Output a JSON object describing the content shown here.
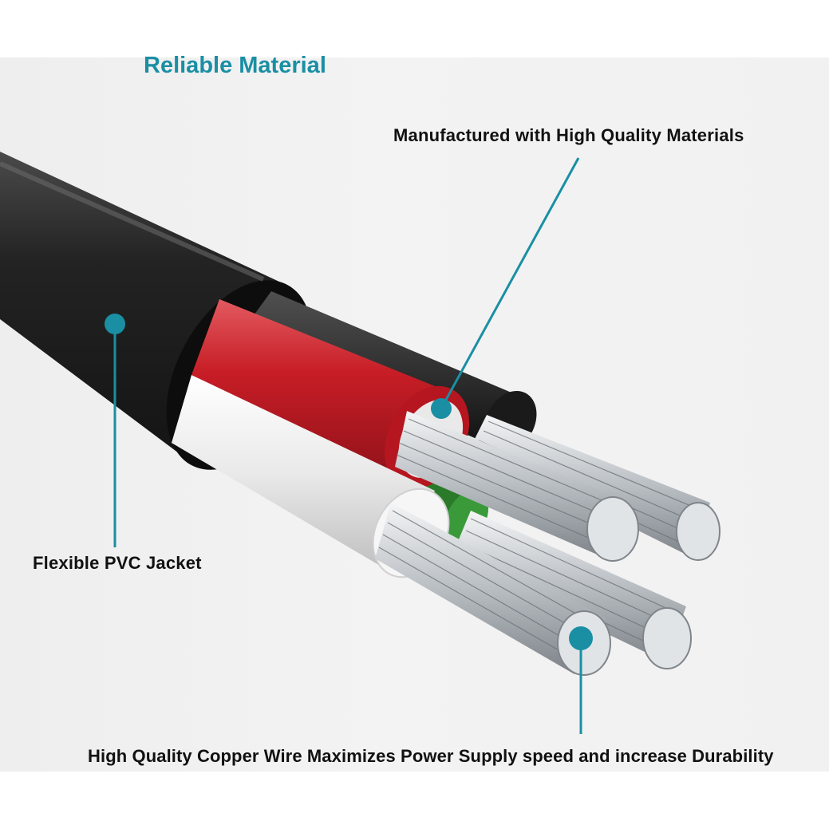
{
  "title": "Reliable Material",
  "callouts": {
    "materials": "Manufactured with High Quality Materials",
    "jacket": "Flexible PVC Jacket",
    "copper": "High Quality Copper Wire Maximizes Power Supply speed and increase Durability"
  },
  "colors": {
    "accent": "#1a8fa4",
    "jacket": "#1e1e1e",
    "red_insulation": "#c8202a",
    "white_insulation": "#e8e8e8",
    "green_insulation": "#2a8a2a",
    "copper_strands": "#c9cdd1"
  }
}
